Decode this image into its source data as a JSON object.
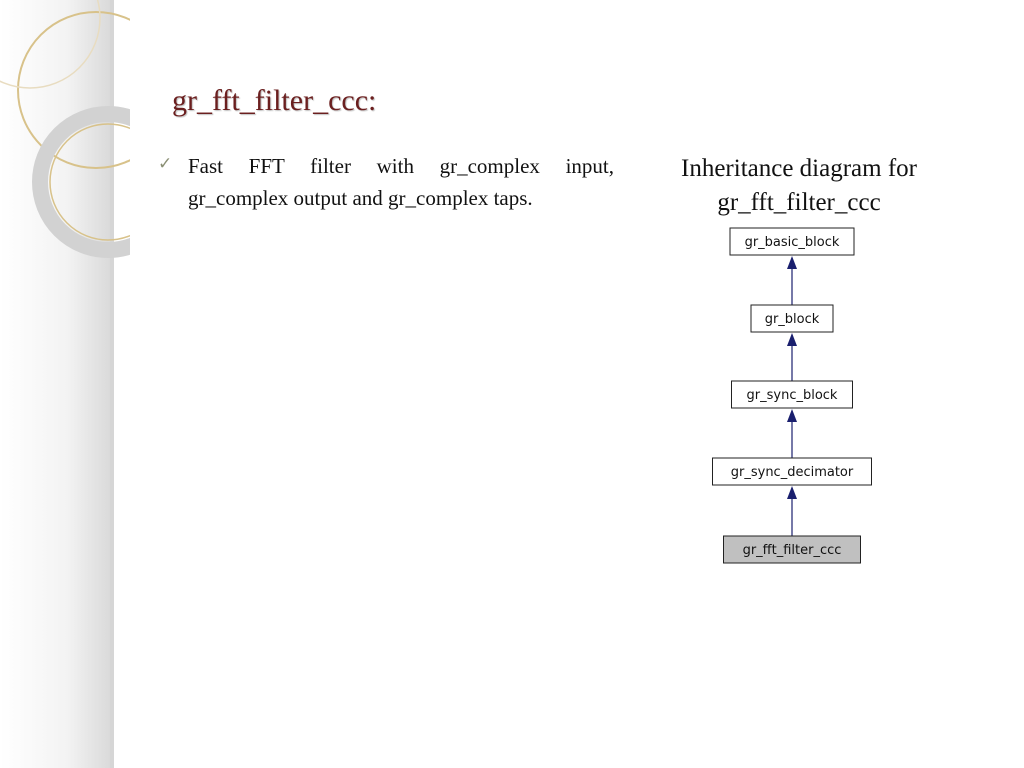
{
  "slide": {
    "title": "gr_fft_filter_ccc:",
    "bullets": [
      {
        "icon": "checkmark-icon",
        "text": "Fast FFT filter with gr_complex input, gr_complex output and gr_complex taps."
      }
    ]
  },
  "diagram": {
    "caption_line1": "Inheritance diagram for",
    "caption_line2": "gr_fft_filter_ccc",
    "nodes": [
      {
        "id": "gr_basic_block",
        "label": "gr_basic_block",
        "highlighted": false
      },
      {
        "id": "gr_block",
        "label": "gr_block",
        "highlighted": false
      },
      {
        "id": "gr_sync_block",
        "label": "gr_sync_block",
        "highlighted": false
      },
      {
        "id": "gr_sync_decimator",
        "label": "gr_sync_decimator",
        "highlighted": false
      },
      {
        "id": "gr_fft_filter_ccc",
        "label": "gr_fft_filter_ccc",
        "highlighted": true
      }
    ],
    "edges": [
      {
        "from": "gr_block",
        "to": "gr_basic_block"
      },
      {
        "from": "gr_sync_block",
        "to": "gr_block"
      },
      {
        "from": "gr_sync_decimator",
        "to": "gr_sync_block"
      },
      {
        "from": "gr_fft_filter_ccc",
        "to": "gr_sync_decimator"
      }
    ],
    "colors": {
      "edge": "#1a1f6e",
      "highlight_fill": "#c0c0c0",
      "node_stroke": "#222222"
    }
  },
  "theme": {
    "title_color": "#6b1f1f",
    "accent_gold": "#d8c28a",
    "accent_gray": "#cfcfcf"
  }
}
